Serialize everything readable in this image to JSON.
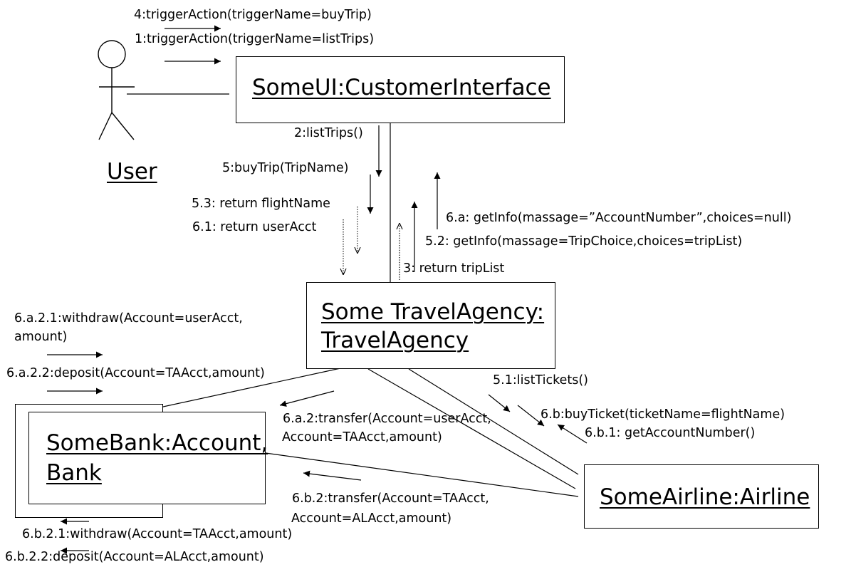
{
  "objects": {
    "actor": {
      "name": "User"
    },
    "ui": {
      "name": "SomeUI:CustomerInterface"
    },
    "agency": {
      "line1": "Some TravelAgency:",
      "line2": "TravelAgency"
    },
    "bank": {
      "line1": "SomeBank:Account,",
      "line2": "Bank"
    },
    "airline": {
      "name": "SomeAirline:Airline"
    }
  },
  "messages": {
    "m4": "4:triggerAction(triggerName=buyTrip)",
    "m1": "1:triggerAction(triggerName=listTrips)",
    "m2": "2:listTrips()",
    "m5": "5:buyTrip(TripName)",
    "m5_3": "5.3: return flightName",
    "m6_1": "6.1: return userAcct",
    "m6_a": "6.a: getInfo(massage=”AccountNumber”,choices=null)",
    "m5_2": "5.2: getInfo(massage=TripChoice,choices=tripList)",
    "m3": "3: return tripList",
    "m6a21_l1": "6.a.2.1:withdraw(Account=userAcct,",
    "m6a21_l2": "amount)",
    "m6a22": "6.a.2.2:deposit(Account=TAAcct,amount)",
    "m6a2_l1": "6.a.2:transfer(Account=userAcct,",
    "m6a2_l2": "Account=TAAcct,amount)",
    "m5_1": "5.1:listTickets()",
    "m6b": "6.b:buyTicket(ticketName=flightName)",
    "m6b1": "6.b.1: getAccountNumber()",
    "m6b2_l1": "6.b.2:transfer(Account=TAAcct,",
    "m6b2_l2": "Account=ALAcct,amount)",
    "m6b21": "6.b.2.1:withdraw(Account=TAAcct,amount)",
    "m6b22": "6.b.2.2:deposit(Account=ALAcct,amount)"
  },
  "colors": {
    "line": "#000000",
    "background": "#ffffff",
    "text": "#000000"
  }
}
